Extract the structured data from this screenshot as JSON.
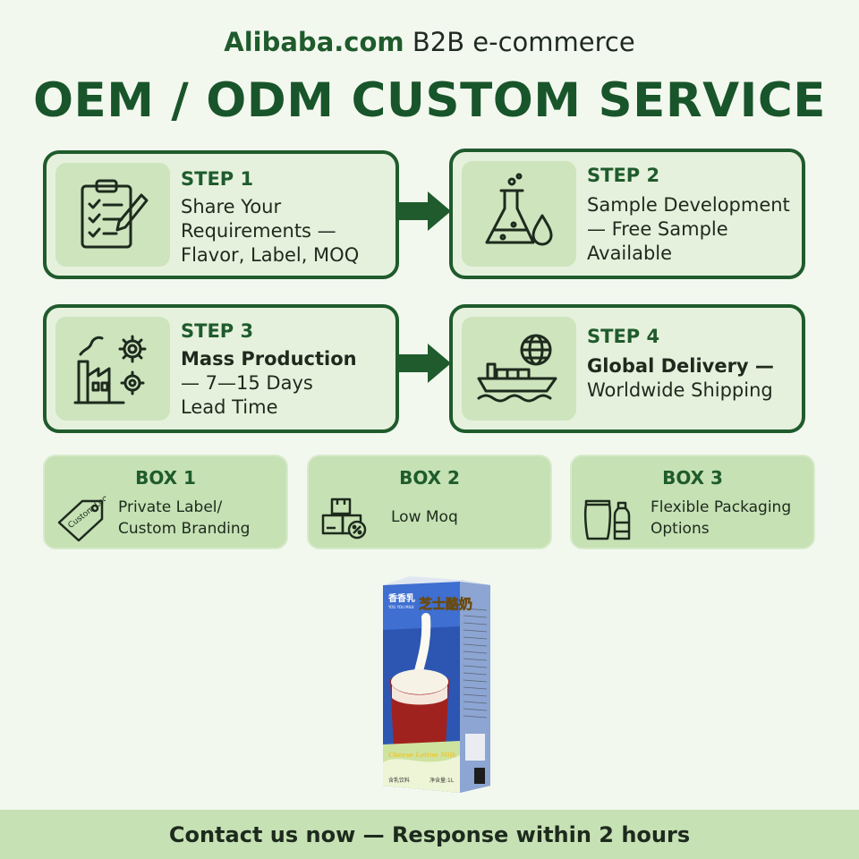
{
  "header": {
    "brand": "Alibaba.com",
    "tagline": "B2B e-commerce",
    "title": "OEM / ODM CUSTOM SERVICE"
  },
  "steps": [
    {
      "label": "STEP 1",
      "line1": "Share Your",
      "line2": "Requirements —",
      "line3": "Flavor, Label, MOQ",
      "icon": "clipboard-checklist-icon"
    },
    {
      "label": "STEP 2",
      "line1": "Sample Development",
      "line2": "— Free Sample",
      "line3": "Available",
      "icon": "lab-flask-icon"
    },
    {
      "label": "STEP 3",
      "line1": "Mass Production",
      "line2": "— 7—15 Days",
      "line3": "Lead Time",
      "icon": "factory-gears-icon"
    },
    {
      "label": "STEP 4",
      "line1": "Global Delivery —",
      "line2": "Worldwide Shipping",
      "icon": "cargo-ship-globe-icon"
    }
  ],
  "boxes": [
    {
      "label": "BOX 1",
      "line1": "Private Label/",
      "line2": "Custom Branding",
      "icon": "custom-logo-tag-icon",
      "icon_text": "Custom Logo"
    },
    {
      "label": "BOX 2",
      "line1": "Low Moq",
      "icon": "boxes-percent-icon"
    },
    {
      "label": "BOX 3",
      "line1": "Flexible Packaging",
      "line2": "Options",
      "icon": "pouch-bottle-icon"
    }
  ],
  "product": {
    "brand_text": "香香乳",
    "brand_sub": "YOU YOU MILK",
    "name_text": "芝士酪奶",
    "flavor_text": "Cheese Lotion Milk",
    "bottom_left": "含乳饮料",
    "bottom_right": "净含量:1L"
  },
  "footer": {
    "text": "Contact us now — Response within 2 hours"
  },
  "colors": {
    "primary": "#1f5b2c",
    "card_bg": "#e6f1dd",
    "icon_bg": "#cde4bd",
    "box_bg": "#c6e1b4",
    "page_bg": "#f3f8ef"
  }
}
